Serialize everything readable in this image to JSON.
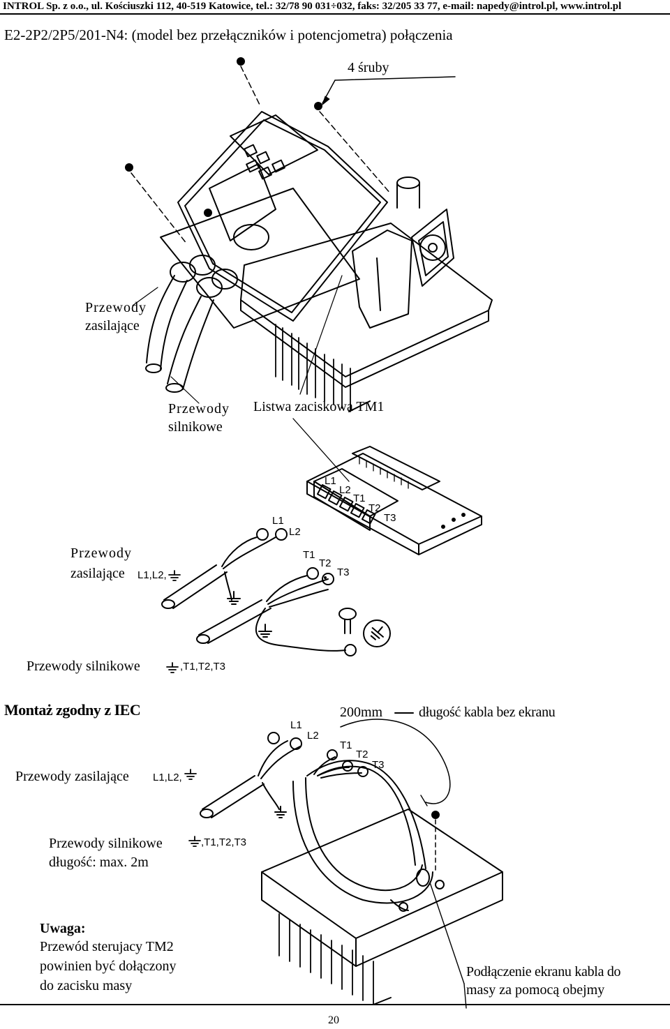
{
  "header": {
    "company_line": "INTROL Sp. z o.o., ul. Kościuszki 112, 40-519 Katowice, tel.: 32/78 90 031÷032, faks: 32/205 33 77, e-mail: napedy@introl.pl, www.introl.pl"
  },
  "title": "E2-2P2/2P5/201-N4: (model bez przełączników i potencjometra) połączenia",
  "figure1": {
    "screws_label": "4 śruby",
    "supply_cables": [
      "Przewody",
      "zasilające"
    ],
    "motor_cables": [
      "Przewody",
      "silnikowe"
    ],
    "terminal_strip": "Listwa zaciskowa TM1",
    "terminal_marks": [
      "L1",
      "L2",
      "T1",
      "T2",
      "T3"
    ]
  },
  "figure2": {
    "supply_cables": [
      "Przewody",
      "zasilające"
    ],
    "supply_suffix": "L1,L2,",
    "supply_ends": [
      "L1",
      "L2"
    ],
    "motor_ends": [
      "T1",
      "T2",
      "T3"
    ],
    "motor_cables": "Przewody silnikowe",
    "motor_suffix": ",T1,T2,T3"
  },
  "figure3": {
    "heading": "Montaż zgodny z IEC",
    "cable_length": "200mm",
    "unshielded": "długość kabla bez ekranu",
    "supply_cables": "Przewody zasilające",
    "supply_suffix": "L1,L2,",
    "supply_ends": [
      "L1",
      "L2"
    ],
    "motor_ends": [
      "T1",
      "T2",
      "T3"
    ],
    "motor_cables": "Przewody silnikowe",
    "motor_suffix": ",T1,T2,T3",
    "motor_length": "długość: max. 2m",
    "note_title": "Uwaga:",
    "note_lines": [
      "Przewód sterujacy TM2",
      "powinien być dołączony",
      "do zacisku masy"
    ],
    "shield_lines": [
      "Podłączenie ekranu kabla do",
      "masy za pomocą obejmy"
    ]
  },
  "page_number": "20"
}
